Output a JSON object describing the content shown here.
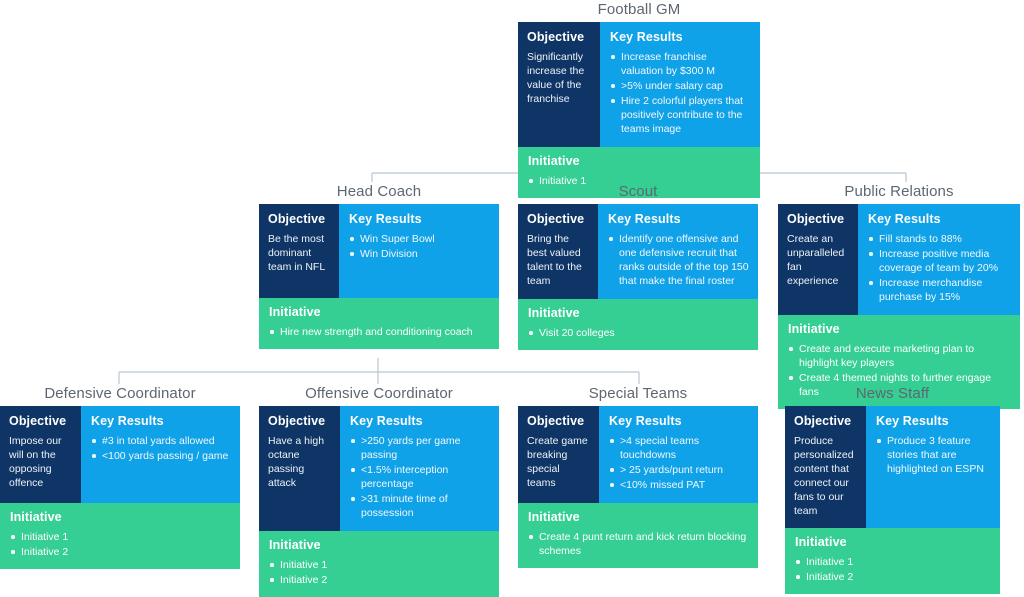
{
  "diagram": {
    "type": "okr-org-chart",
    "section_labels": {
      "objective": "Objective",
      "key_results": "Key Results",
      "initiative": "Initiative"
    },
    "colors": {
      "objective": "#0F3566",
      "key_results": "#10A2E8",
      "initiative": "#35CF93",
      "title": "#5D6771",
      "connector": "#C4CED8",
      "background": "#FFFFFF"
    }
  },
  "nodes": {
    "football_gm": {
      "title": "Football GM",
      "objective_heading": "Objective",
      "objective": "Significantly increase the value of the franchise",
      "key_results_heading": "Key Results",
      "key_results": [
        "Increase franchise valuation by $300 M",
        ">5% under salary cap",
        "Hire 2 colorful players that positively contribute to the teams image"
      ],
      "initiative_heading": "Initiative",
      "initiatives": [
        "Initiative 1"
      ]
    },
    "head_coach": {
      "title": "Head Coach",
      "objective_heading": "Objective",
      "objective": "Be the most dominant team in NFL",
      "key_results_heading": "Key Results",
      "key_results": [
        "Win Super Bowl",
        "Win Division"
      ],
      "initiative_heading": "Initiative",
      "initiatives": [
        "Hire new strength and conditioning coach"
      ]
    },
    "scout": {
      "title": "Scout",
      "objective_heading": "Objective",
      "objective": "Bring the best valued talent to the team",
      "key_results_heading": "Key Results",
      "key_results": [
        "Identify one offensive and one defensive recruit that ranks outside of the top 150 that make the final roster"
      ],
      "initiative_heading": "Initiative",
      "initiatives": [
        "Visit 20 colleges"
      ]
    },
    "public_relations": {
      "title": "Public Relations",
      "objective_heading": "Objective",
      "objective": "Create an unparalleled fan experience",
      "key_results_heading": "Key Results",
      "key_results": [
        "Fill stands to 88%",
        "Increase positive media coverage of team by 20%",
        "Increase merchandise purchase by 15%"
      ],
      "initiative_heading": "Initiative",
      "initiatives": [
        "Create and execute marketing plan to highlight key players",
        "Create 4 themed nights to further engage fans"
      ]
    },
    "defensive_coordinator": {
      "title": "Defensive Coordinator",
      "objective_heading": "Objective",
      "objective": "Impose our will on the opposing offence",
      "key_results_heading": "Key Results",
      "key_results": [
        "#3 in total yards allowed",
        "<100 yards passing / game"
      ],
      "initiative_heading": "Initiative",
      "initiatives": [
        "Initiative 1",
        "Initiative 2"
      ]
    },
    "offensive_coordinator": {
      "title": "Offensive Coordinator",
      "objective_heading": "Objective",
      "objective": "Have a high octane passing attack",
      "key_results_heading": "Key Results",
      "key_results": [
        ">250 yards per game passing",
        "<1.5% interception percentage",
        ">31 minute time of possession"
      ],
      "initiative_heading": "Initiative",
      "initiatives": [
        "Initiative 1",
        "Initiative 2"
      ]
    },
    "special_teams": {
      "title": "Special Teams",
      "objective_heading": "Objective",
      "objective": "Create game breaking special teams",
      "key_results_heading": "Key Results",
      "key_results": [
        ">4 special teams touchdowns",
        "> 25 yards/punt return",
        "<10% missed PAT"
      ],
      "initiative_heading": "Initiative",
      "initiatives": [
        "Create 4 punt return and kick return blocking schemes"
      ]
    },
    "news_staff": {
      "title": "News Staff",
      "objective_heading": "Objective",
      "objective": "Produce personalized content that connect our fans to our team",
      "key_results_heading": "Key Results",
      "key_results": [
        "Produce 3 feature stories that are highlighted on ESPN"
      ],
      "initiative_heading": "Initiative",
      "initiatives": [
        "Initiative 1",
        "Initiative 2"
      ]
    }
  }
}
